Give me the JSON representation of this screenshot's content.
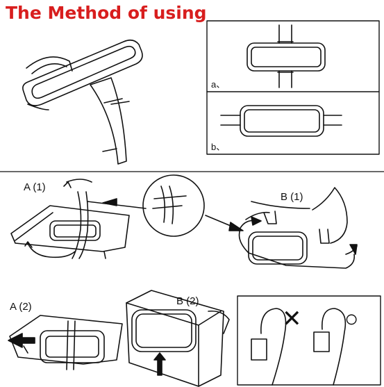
{
  "title": "The Method of using",
  "labels": {
    "a": "a、",
    "b": "b、",
    "A1": "A (1)",
    "B1": "B (1)",
    "A2": "A (2)",
    "B2": "B (2)"
  },
  "marks": {
    "wrong": "✕",
    "right": "○"
  },
  "colors": {
    "title": "#d81e1e",
    "line": "#111111"
  }
}
